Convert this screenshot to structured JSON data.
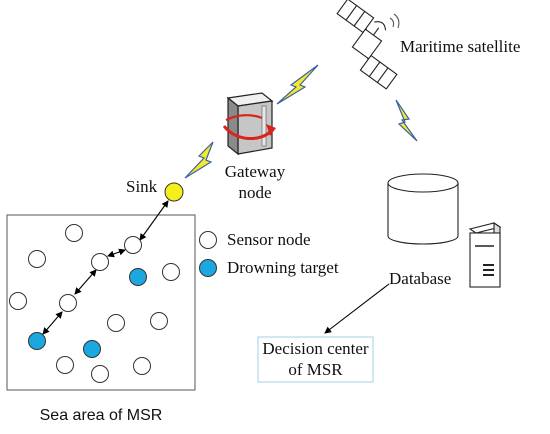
{
  "labels": {
    "satellite": "Maritime satellite",
    "gateway_line1": "Gateway",
    "gateway_line2": "node",
    "sink": "Sink",
    "legend_sensor": "Sensor node",
    "legend_drowning": "Drowning target",
    "database": "Database",
    "decision_line1": "Decision center",
    "decision_line2": "of MSR",
    "sea_area": "Sea area of MSR"
  },
  "colors": {
    "sink_fill": "#f5ee1a",
    "drowning_fill": "#1ba8e0",
    "sensor_fill": "#ffffff",
    "lightning_fill": "#f2ea2a",
    "lightning_stroke": "#3a5fa8",
    "decision_box_border": "#9fd3ea",
    "rotation_arrow": "#d9231c"
  }
}
